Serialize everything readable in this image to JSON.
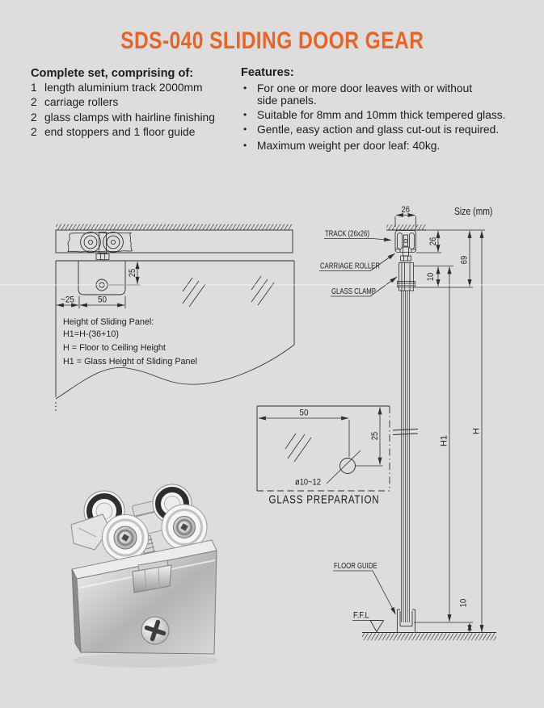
{
  "page": {
    "background": "#dedcdc",
    "line_color": "#2e2e2e",
    "title": "SDS-040 SLIDING DOOR GEAR",
    "title_color": "#e5662b"
  },
  "complete_set": {
    "heading": "Complete set, comprising of:",
    "items": [
      {
        "qty": "1",
        "text": "length aluminium track 2000mm"
      },
      {
        "qty": "2",
        "text": "carriage rollers"
      },
      {
        "qty": "2",
        "text": "glass clamps with hairline finishing"
      },
      {
        "qty": "2",
        "text": "end stoppers and 1 floor guide"
      }
    ]
  },
  "features": {
    "heading": "Features:",
    "bullet": "•",
    "items": [
      [
        "For one or more door leaves with or without",
        "side panels."
      ],
      [
        "Suitable for 8mm and 10mm thick tempered glass."
      ],
      [
        "Gentle, easy action and glass cut-out is required."
      ],
      [
        "Maximum weight per door leaf: 40kg."
      ]
    ]
  },
  "section_view": {
    "dim_25": "25",
    "dim_50": "50",
    "dim_25_approx": "~25",
    "note_lines": [
      "Height of Sliding Panel:",
      "H1=H-(36+10)",
      "H = Floor to Ceiling Height",
      "H1 = Glass Height of Sliding Panel"
    ]
  },
  "elevation": {
    "size_label": "Size (mm)",
    "track_label": "TRACK (26x26)",
    "carriage_roller_label": "CARRIAGE ROLLER",
    "glass_clamp_label": "GLASS CLAMP",
    "floor_guide_label": "FLOOR GUIDE",
    "ffl_label": "F.F.L",
    "dim_track_width": "26",
    "dim_track_height": "26",
    "dim_69": "69",
    "dim_10_top": "10",
    "dim_h1": "H1",
    "dim_h": "H",
    "dim_10_bottom": "10"
  },
  "glass_preparation": {
    "caption": "GLASS PREPARATION",
    "dim_width": "50",
    "dim_height": "25",
    "dim_hole": "ø10~12"
  }
}
